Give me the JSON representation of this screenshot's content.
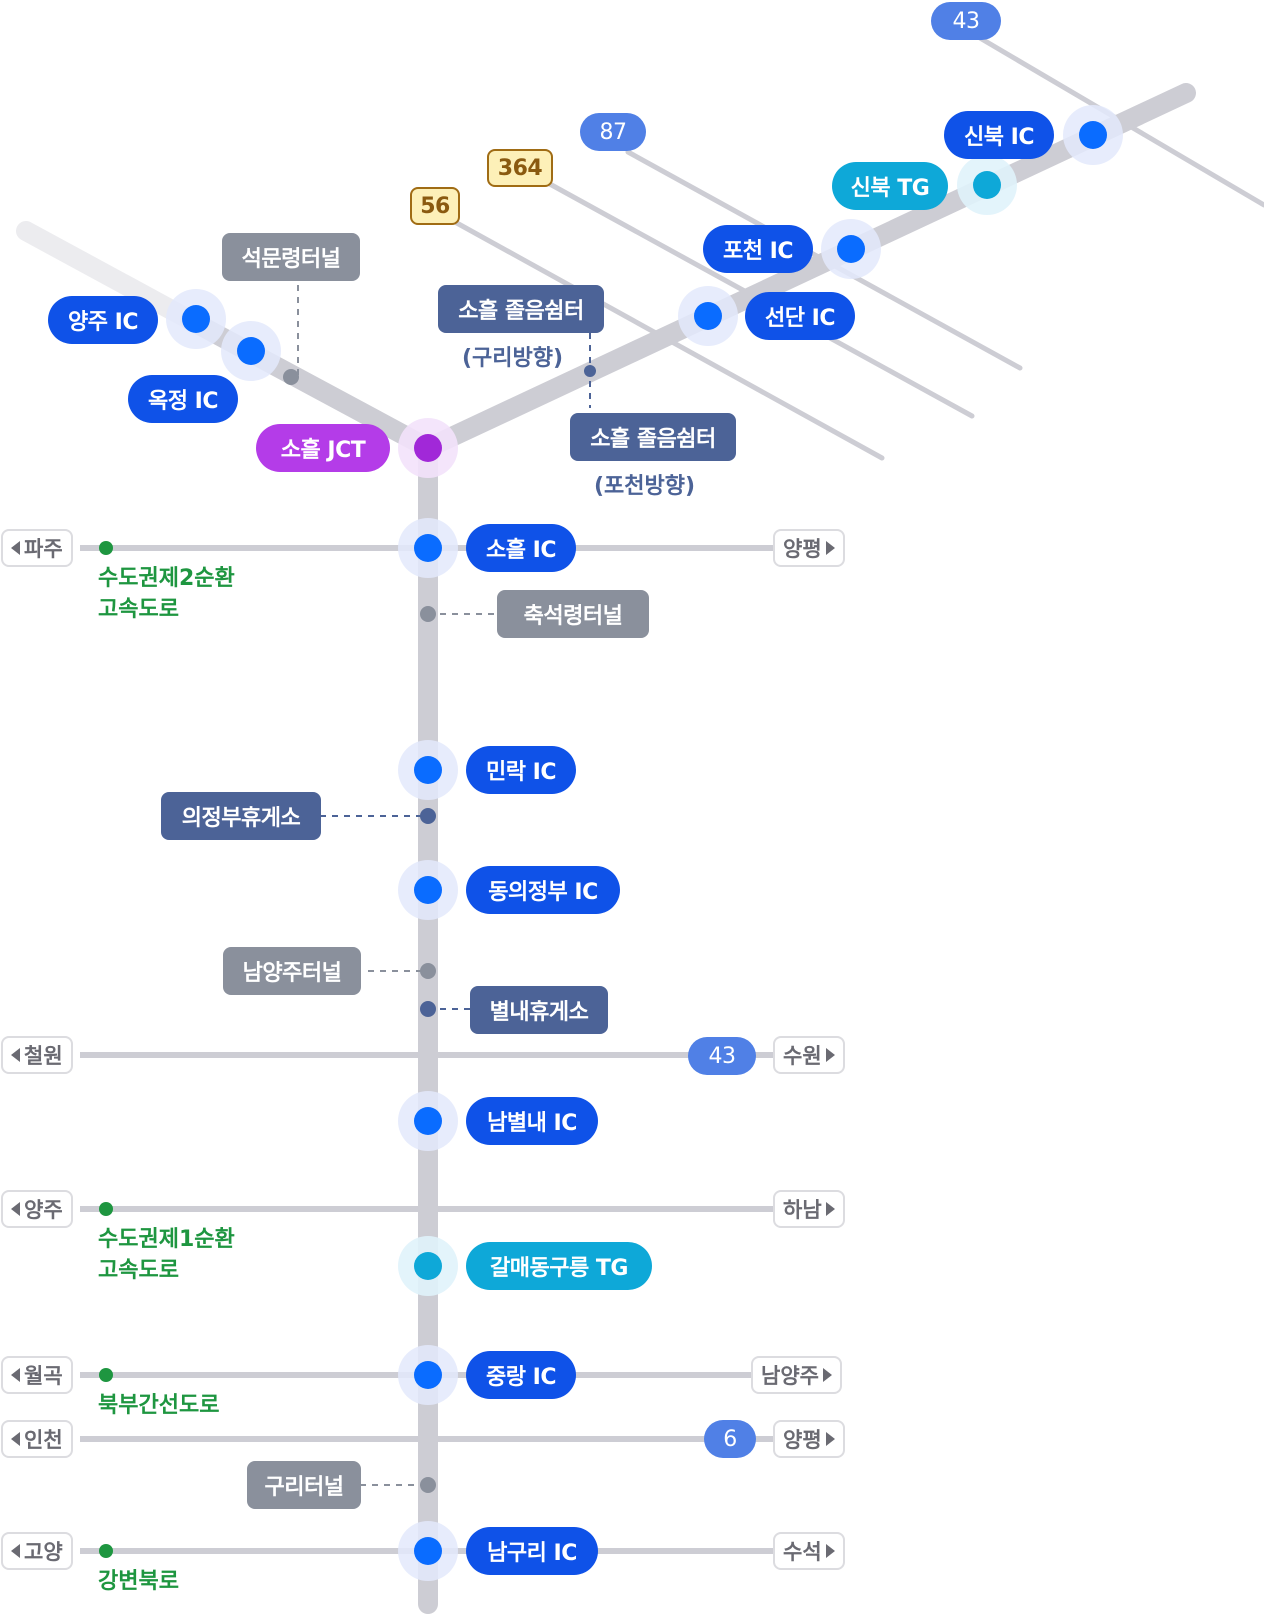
{
  "colors": {
    "ic": "#0f52e8",
    "tg": "#0ea8d8",
    "jct": "#b43ce8",
    "tunnel": "#8a909c",
    "rest_area": "#4c6397",
    "route_blue": "#5080e6",
    "route_yellow_bg": "#fdf0b8",
    "road_name_green": "#1e9640",
    "road_line": "#cdcdd4"
  },
  "junction": {
    "label": "소흘 JCT"
  },
  "upper_left_branch": {
    "interchanges": [
      {
        "label": "양주 IC",
        "type": "ic"
      },
      {
        "label": "옥정 IC",
        "type": "ic"
      }
    ],
    "tunnel": {
      "label": "석문령터널"
    }
  },
  "upper_right_branch": {
    "rest_areas": [
      {
        "label": "소흘 졸음쉼터",
        "direction": "(구리방향)"
      },
      {
        "label": "소흘 졸음쉼터",
        "direction": "(포천방향)"
      }
    ],
    "interchanges": [
      {
        "label": "선단 IC",
        "type": "ic"
      },
      {
        "label": "포천 IC",
        "type": "ic"
      },
      {
        "label": "신북 TG",
        "type": "tg"
      },
      {
        "label": "신북 IC",
        "type": "ic"
      }
    ],
    "crossing_routes": [
      {
        "number": "56",
        "style": "yellow"
      },
      {
        "number": "364",
        "style": "yellow"
      },
      {
        "number": "87",
        "style": "blue"
      },
      {
        "number": "43",
        "style": "blue"
      }
    ]
  },
  "main_line": {
    "stops": [
      {
        "label": "소흘 IC",
        "type": "ic"
      },
      {
        "label": "축석령터널",
        "type": "tunnel"
      },
      {
        "label": "민락 IC",
        "type": "ic"
      },
      {
        "label": "의정부휴게소",
        "type": "rest"
      },
      {
        "label": "동의정부 IC",
        "type": "ic"
      },
      {
        "label": "남양주터널",
        "type": "tunnel"
      },
      {
        "label": "별내휴게소",
        "type": "rest"
      },
      {
        "label": "남별내 IC",
        "type": "ic"
      },
      {
        "label": "갈매동구릉 TG",
        "type": "tg"
      },
      {
        "label": "중랑 IC",
        "type": "ic"
      },
      {
        "label": "구리터널",
        "type": "tunnel"
      },
      {
        "label": "남구리 IC",
        "type": "ic"
      }
    ]
  },
  "cross_roads": [
    {
      "left": "파주",
      "right": "양평",
      "name_line1": "수도권제2순환",
      "name_line2": "고속도로",
      "route": ""
    },
    {
      "left": "철원",
      "right": "수원",
      "name_line1": "",
      "name_line2": "",
      "route": "43"
    },
    {
      "left": "양주",
      "right": "하남",
      "name_line1": "수도권제1순환",
      "name_line2": "고속도로",
      "route": ""
    },
    {
      "left": "월곡",
      "right": "남양주",
      "name_line1": "북부간선도로",
      "name_line2": "",
      "route": ""
    },
    {
      "left": "인천",
      "right": "양평",
      "name_line1": "",
      "name_line2": "",
      "route": "6"
    },
    {
      "left": "고양",
      "right": "수석",
      "name_line1": "강변북로",
      "name_line2": "",
      "route": ""
    }
  ]
}
